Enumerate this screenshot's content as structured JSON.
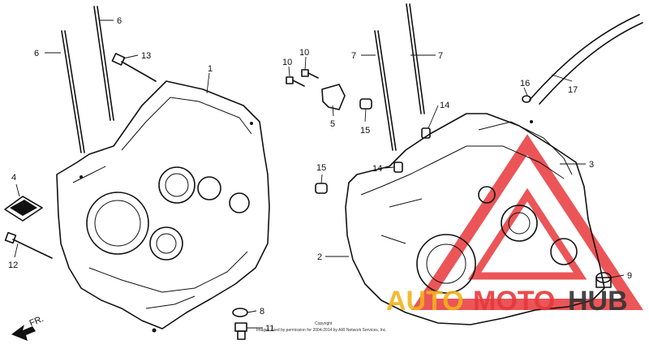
{
  "labels": {
    "l1": "1",
    "l2": "2",
    "l3": "3",
    "l4": "4",
    "l5": "5",
    "l6a": "6",
    "l6b": "6",
    "l7a": "7",
    "l7b": "7",
    "l8": "8",
    "l9": "9",
    "l10a": "10",
    "l10b": "10",
    "l11": "11",
    "l12": "12",
    "l13": "13",
    "l14a": "14",
    "l14b": "14",
    "l15a": "15",
    "l15b": "15",
    "l16": "16",
    "l17": "17"
  },
  "front_marker": "FR.",
  "copyright": {
    "line1": "Copyright",
    "line2": "Images used by permission for 2004-2014 by ARI Network Services, Inc."
  },
  "watermark": {
    "auto": "AUTO",
    "moto": "MOTO",
    "hub": "HUB",
    "colors": {
      "red": "#e8383b",
      "yellow": "#f2b21a",
      "dark": "#333333"
    }
  }
}
